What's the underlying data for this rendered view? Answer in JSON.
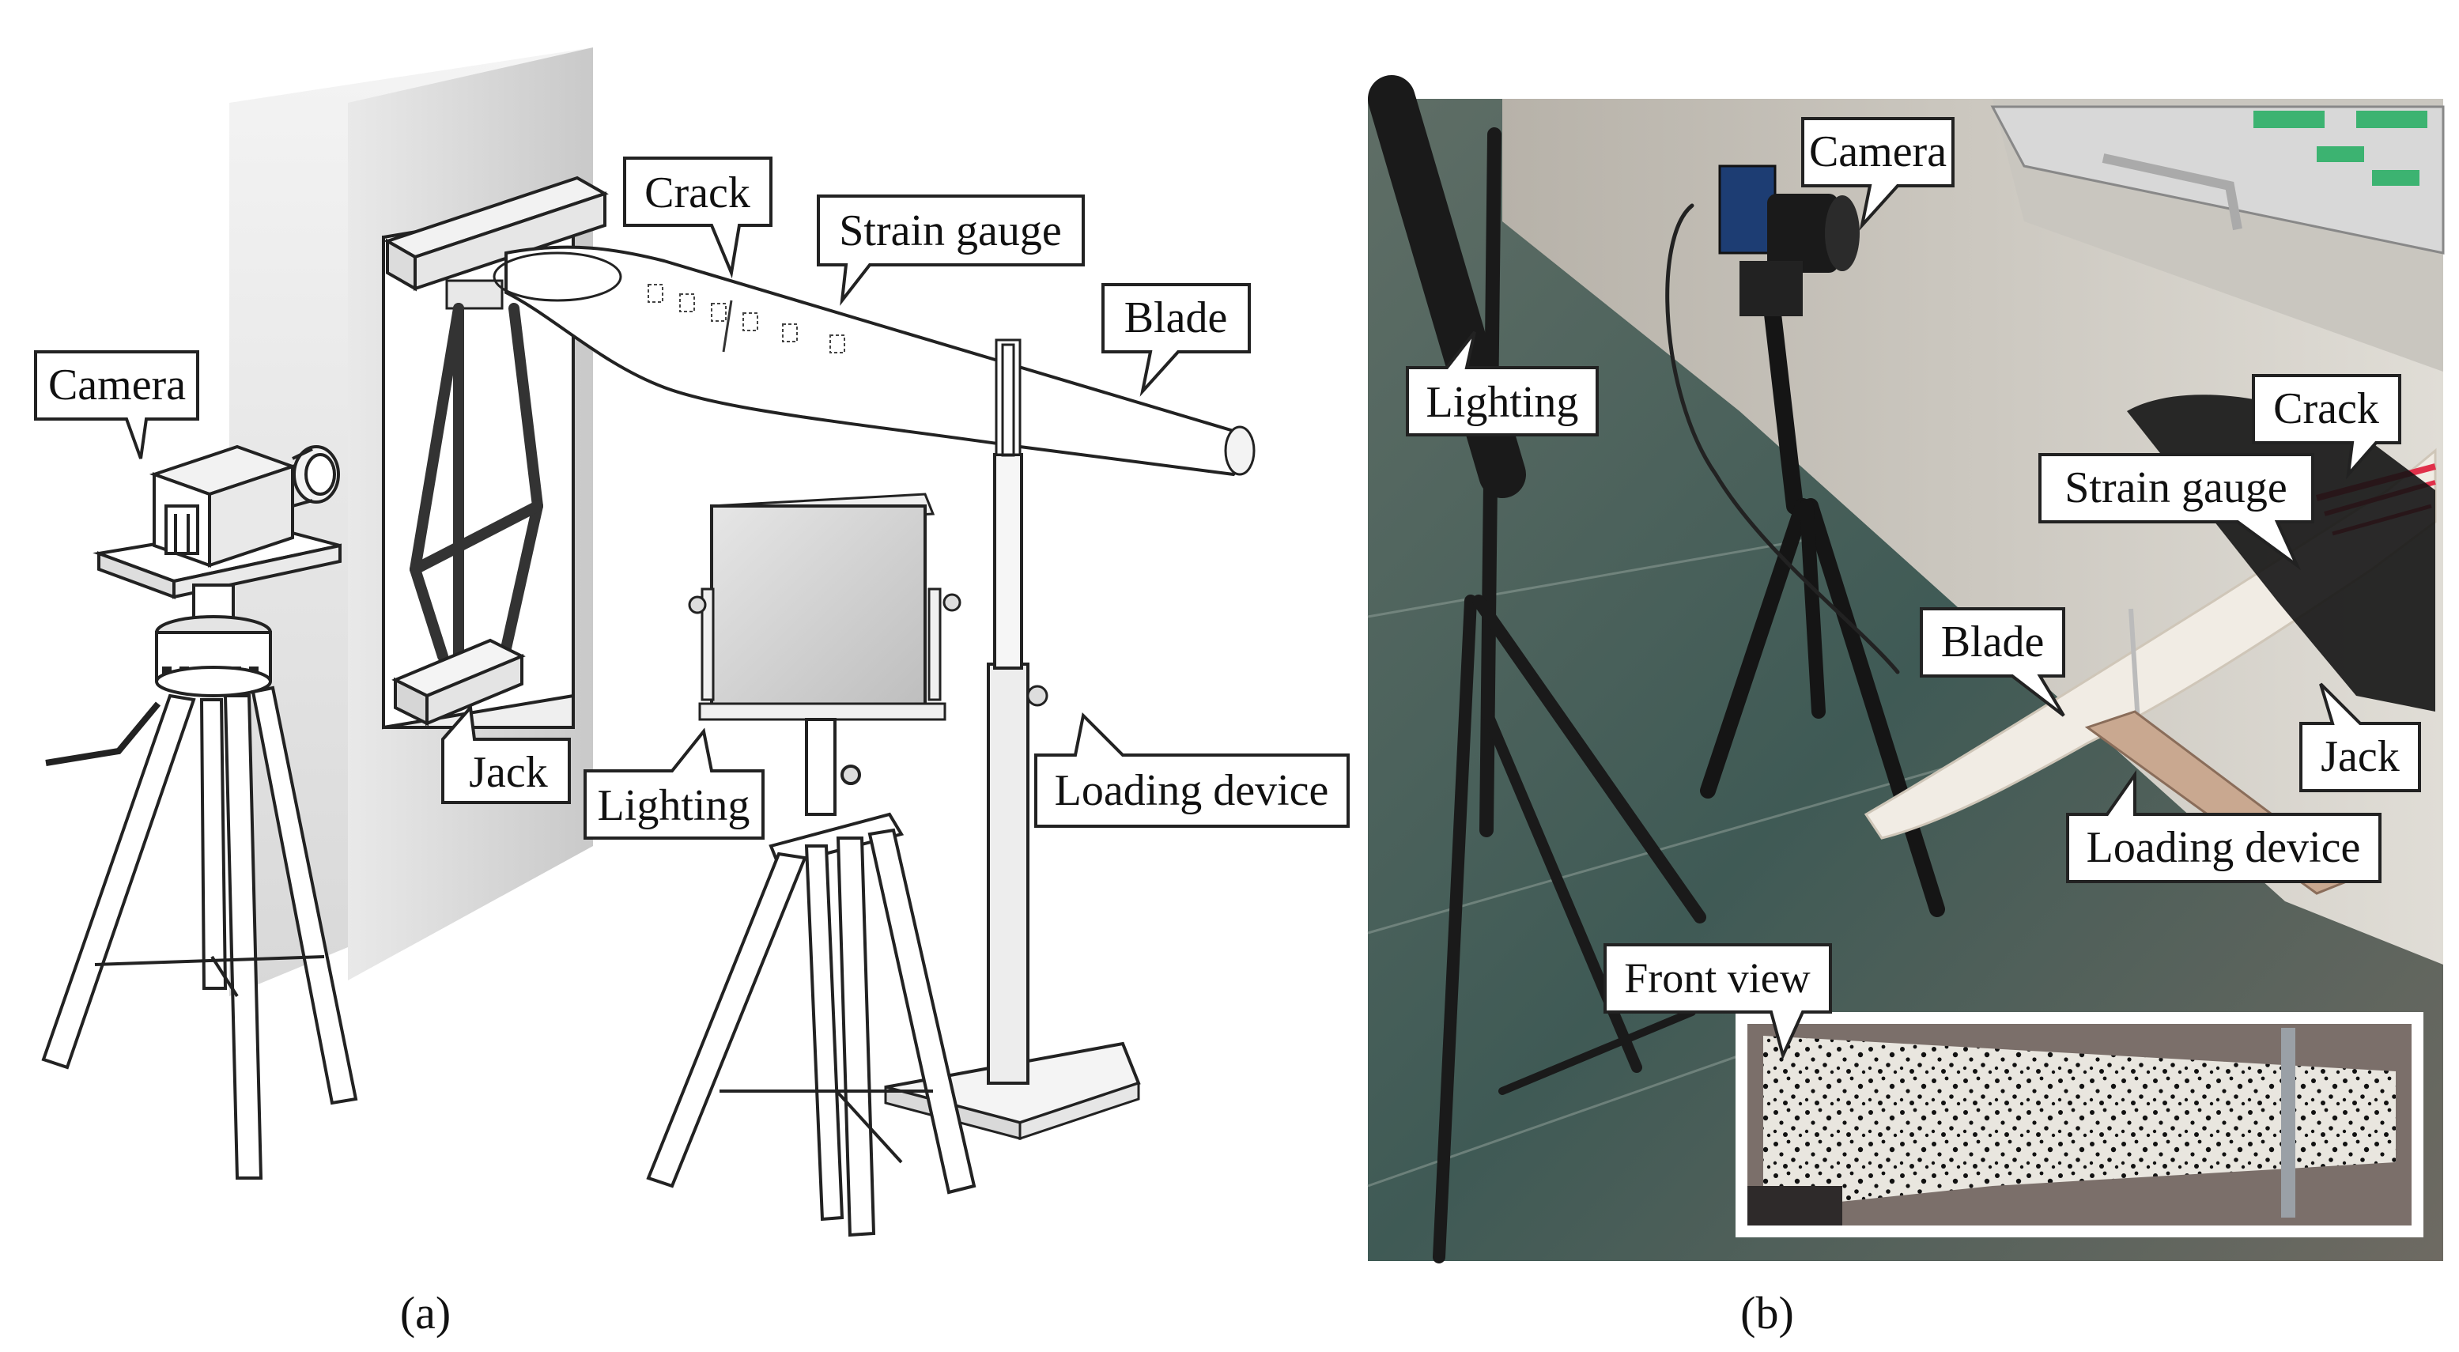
{
  "panel_a": {
    "caption": "(a)",
    "labels": {
      "camera": "Camera",
      "crack": "Crack",
      "strain_gauge": "Strain gauge",
      "blade": "Blade",
      "jack": "Jack",
      "lighting": "Lighting",
      "loading_device": "Loading device"
    }
  },
  "panel_b": {
    "caption": "(b)",
    "labels": {
      "camera": "Camera",
      "lighting": "Lighting",
      "crack": "Crack",
      "strain_gauge": "Strain gauge",
      "blade": "Blade",
      "jack": "Jack",
      "loading_device": "Loading device",
      "front_view": "Front view"
    }
  }
}
